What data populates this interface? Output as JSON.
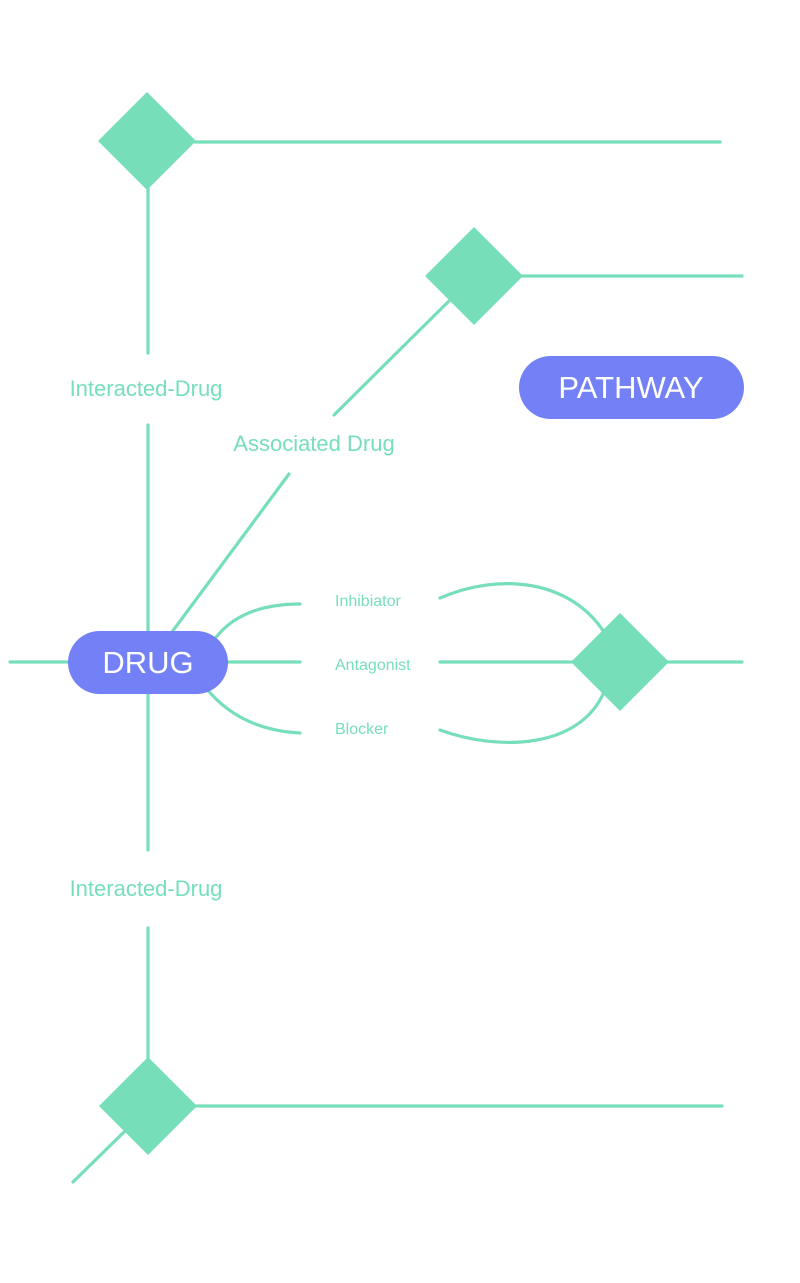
{
  "colors": {
    "edge": "#76dfb9",
    "label": "#76dfb9",
    "node": "#7480f5",
    "node_text": "#ffffff",
    "background": "#ffffff"
  },
  "nodes": {
    "drug": "DRUG",
    "pathway": "PATHWAY"
  },
  "labels": {
    "interacted_drug_top": "Interacted-Drug",
    "interacted_drug_bottom": "Interacted-Drug",
    "associated_drug": "Associated Drug",
    "inhibitor": "Inhibiator",
    "antagonist": "Antagonist",
    "blocker": "Blocker"
  }
}
